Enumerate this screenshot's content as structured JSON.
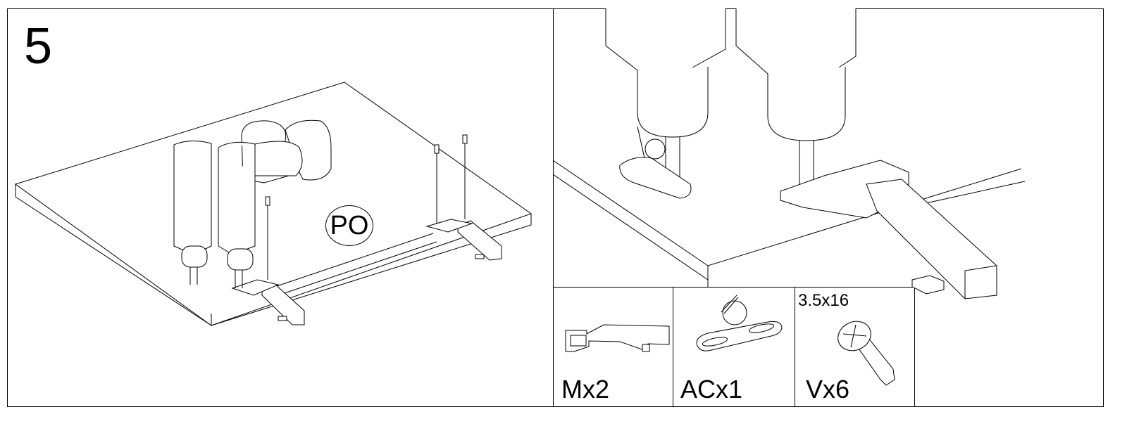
{
  "step": {
    "number": "5"
  },
  "overview": {
    "marker_label": "PO"
  },
  "parts": [
    {
      "label": "Mx2",
      "icon": "hinge-icon"
    },
    {
      "label": "ACx1",
      "icon": "ball-catch-icon"
    },
    {
      "label": "Vx6",
      "icon": "screw-icon",
      "spec": "3.5x16"
    }
  ],
  "colors": {
    "line": "#000000",
    "background": "#ffffff"
  }
}
